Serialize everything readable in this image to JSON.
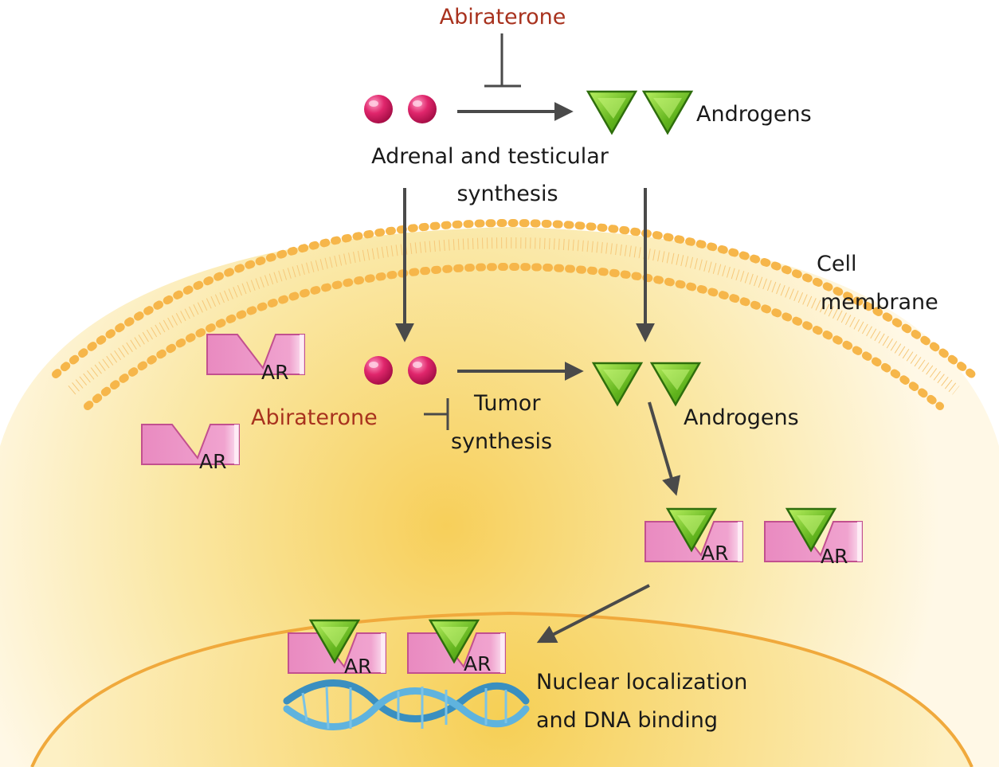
{
  "labels": {
    "abiraterone_top": "Abiraterone",
    "androgens_top": "Androgens",
    "adrenal_line1": "Adrenal and testicular",
    "adrenal_line2": "synthesis",
    "cell_line1": "Cell",
    "cell_line2": "membrane",
    "abiraterone_mid": "Abiraterone",
    "tumor_line1": "Tumor",
    "tumor_line2": "synthesis",
    "androgens_mid": "Androgens",
    "nuclear_line1": "Nuclear localization",
    "nuclear_line2": "and DNA binding",
    "ar": "AR"
  },
  "colors": {
    "drug": "#a8321e",
    "arrow": "#4a4a4a",
    "precursor": "#d6175e",
    "androgen": "#5aa31a",
    "receptor": "#ea8fc3",
    "membrane": "#f6b64a",
    "nucleus": "#f0a93c"
  }
}
